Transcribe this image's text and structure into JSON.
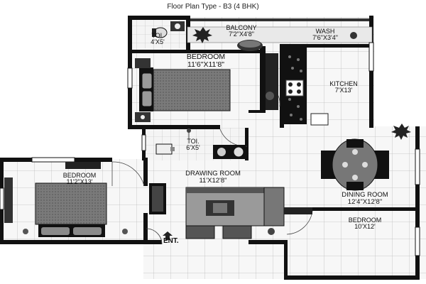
{
  "title": "Floor Plan Type - B3 (4 BHK)",
  "rooms": {
    "toilet1": {
      "name": "TOI.",
      "dim": "4'X5'"
    },
    "balcony": {
      "name": "BALCONY",
      "dim": "7'2\"X4'8\""
    },
    "wash": {
      "name": "WASH",
      "dim": "7'6\"X3'4\""
    },
    "master_bedroom": {
      "name": "BEDROOM",
      "dim": "11'6\"X11'8\""
    },
    "kitchen": {
      "name": "KITCHEN",
      "dim": "7'X13'"
    },
    "toilet2": {
      "name": "TOI.",
      "dim": "6'X5'"
    },
    "bedroom_left": {
      "name": "BEDROOM",
      "dim": "11'2\"X13'"
    },
    "drawing_room": {
      "name": "DRAWING ROOM",
      "dim": "11'X12'8\""
    },
    "dining_room": {
      "name": "DINING ROOM",
      "dim": "12'4\"X12'8\""
    },
    "bedroom_right": {
      "name": "BEDROOM",
      "dim": "10'X12'"
    }
  },
  "entrance_label": "ENT."
}
